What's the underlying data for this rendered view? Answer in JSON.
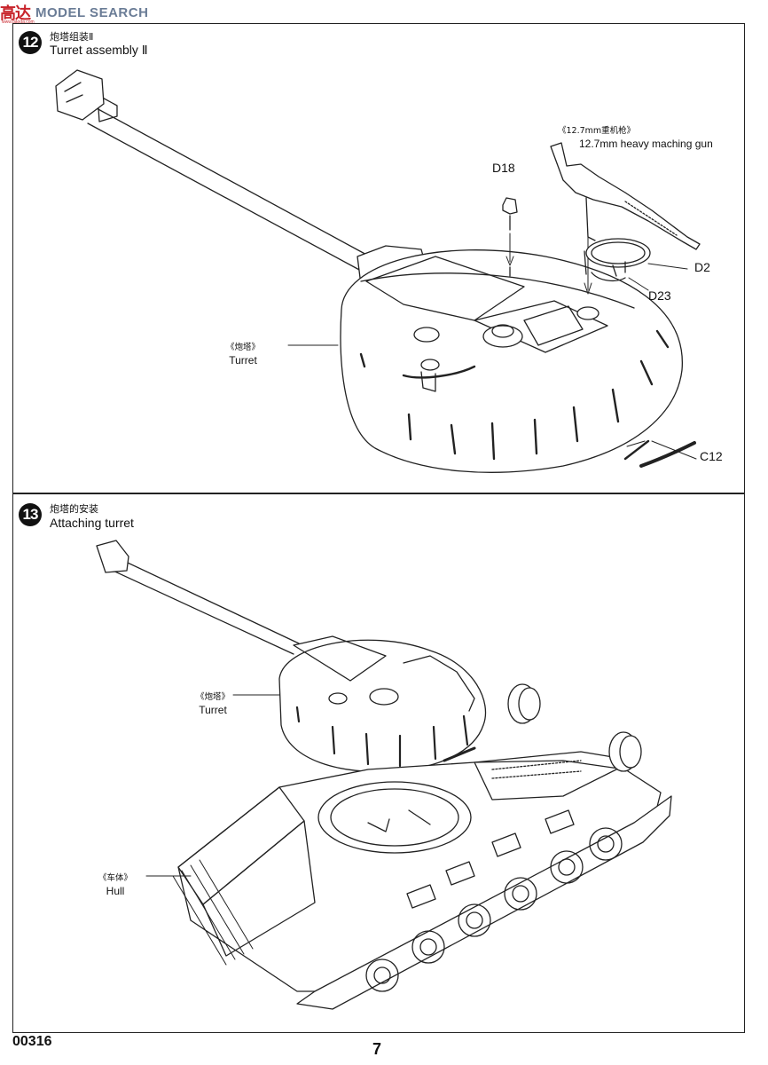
{
  "watermark": {
    "logo": "高达",
    "sub": "www.gaoda.com",
    "text": "MODEL SEARCH"
  },
  "steps": [
    {
      "number": "12",
      "title_cn": "炮塔组装Ⅱ",
      "title_en": "Turret assembly Ⅱ",
      "callouts": [
        {
          "cn": "《炮塔》",
          "en": "Turret"
        },
        {
          "cn": "《12.7mm重机枪》",
          "en": "12.7mm heavy maching gun"
        }
      ],
      "parts": [
        "D18",
        "D2",
        "D23",
        "C12"
      ]
    },
    {
      "number": "13",
      "title_cn": "炮塔的安装",
      "title_en": "Attaching turret",
      "callouts": [
        {
          "cn": "《炮塔》",
          "en": "Turret"
        },
        {
          "cn": "《车体》",
          "en": "Hull"
        }
      ]
    }
  ],
  "footer": {
    "product_code": "00316",
    "page_number": "7"
  },
  "icons": [
    "turret-drawing",
    "machine-gun-drawing",
    "tank-hull-drawing",
    "assembly-arrow-icon"
  ]
}
